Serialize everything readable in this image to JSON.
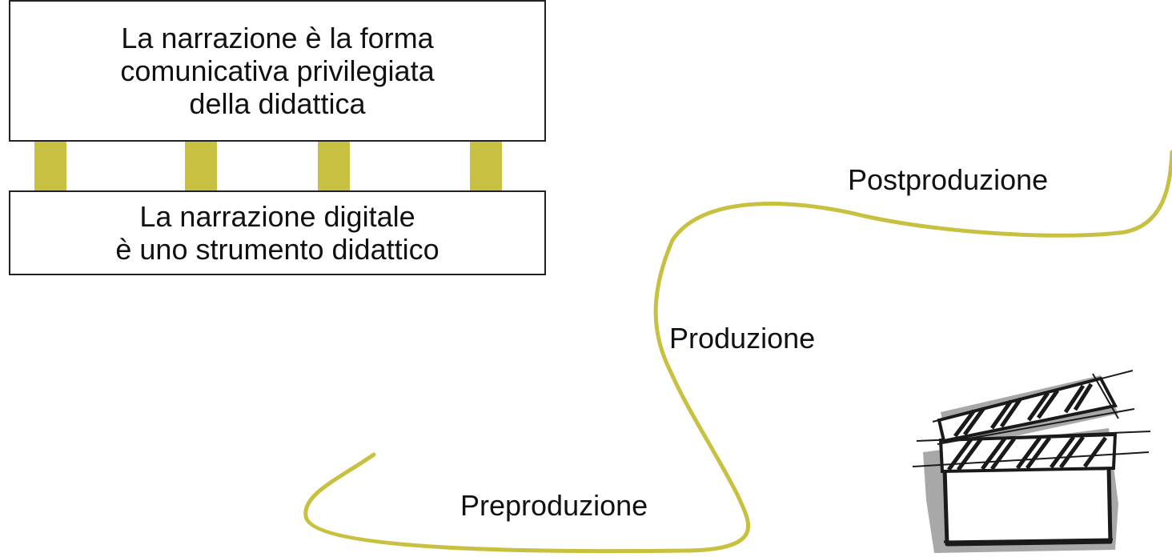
{
  "pillar_top": {
    "lines": [
      "La narrazione è la forma",
      "comunicativa privilegiata",
      "della didattica"
    ]
  },
  "pillar_base": {
    "lines": [
      "La narrazione digitale",
      "è uno strumento didattico"
    ]
  },
  "phases": {
    "post": "Postproduzione",
    "prod": "Produzione",
    "pre": "Preproduzione"
  },
  "colors": {
    "accent": "#c8c040",
    "border": "#222222",
    "clapper_shadow": "#a8a8a8"
  },
  "icons": [
    "clapperboard-icon"
  ]
}
